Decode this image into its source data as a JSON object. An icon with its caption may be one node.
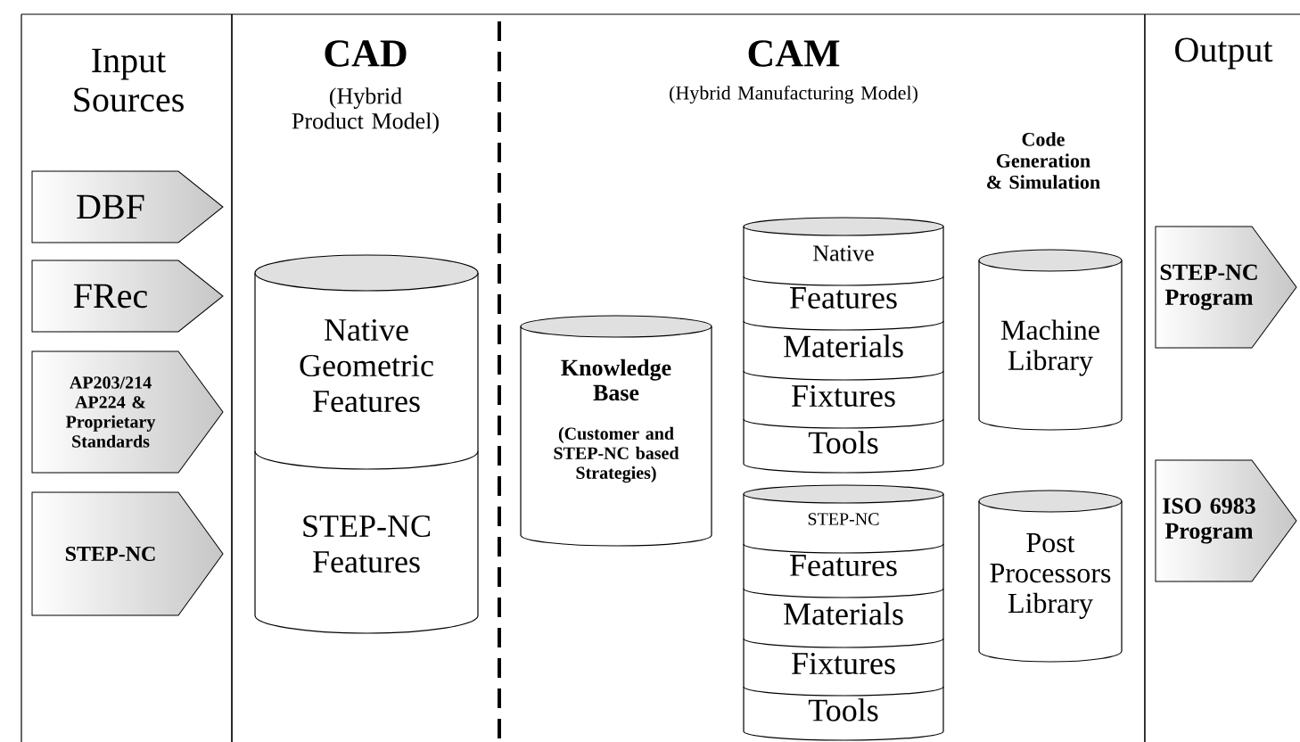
{
  "diagram": {
    "nodes": [
      {
        "text": [
          "Input Sources"
        ]
      },
      {
        "text": [
          "DBF"
        ],
        "in": 0
      },
      {
        "text": [
          "FRec"
        ],
        "in": 0
      },
      {
        "text": [
          "AP203/214 AP224 & Proprietary Standards"
        ],
        "in": 0
      },
      {
        "text": [
          "STEP-NC"
        ],
        "in": 0
      },
      {
        "text": [
          "CAD",
          "(Hybrid Product Model)"
        ]
      },
      {
        "text": [
          "Native Geometric Features",
          "STEP-NC Features"
        ],
        "in": 5
      },
      {
        "text": [
          "CAM",
          "(Hybrid Manufacturing Model)"
        ]
      },
      {
        "text": [
          "Knowledge Base",
          "(Customer and STEP-NC based Strategies)"
        ],
        "in": 7
      },
      {
        "text": [
          "Native",
          "Features",
          "Materials",
          "Fixtures",
          "Tools"
        ],
        "in": 7
      },
      {
        "text": [
          "STEP-NC",
          "Features",
          "Materials",
          "Fixtures",
          "Tools"
        ],
        "in": 7
      },
      {
        "text": [
          "Machine Library"
        ],
        "in": 7
      },
      {
        "text": [
          "Post Processors Library"
        ],
        "in": 7
      },
      {
        "text": [
          "Output"
        ]
      },
      {
        "text": [
          "STEP-NC Program"
        ],
        "in": 13
      },
      {
        "text": [
          "ISO 6983 Program"
        ],
        "in": 13
      }
    ],
    "labels": [
      "Code Generation & Simulation"
    ]
  }
}
